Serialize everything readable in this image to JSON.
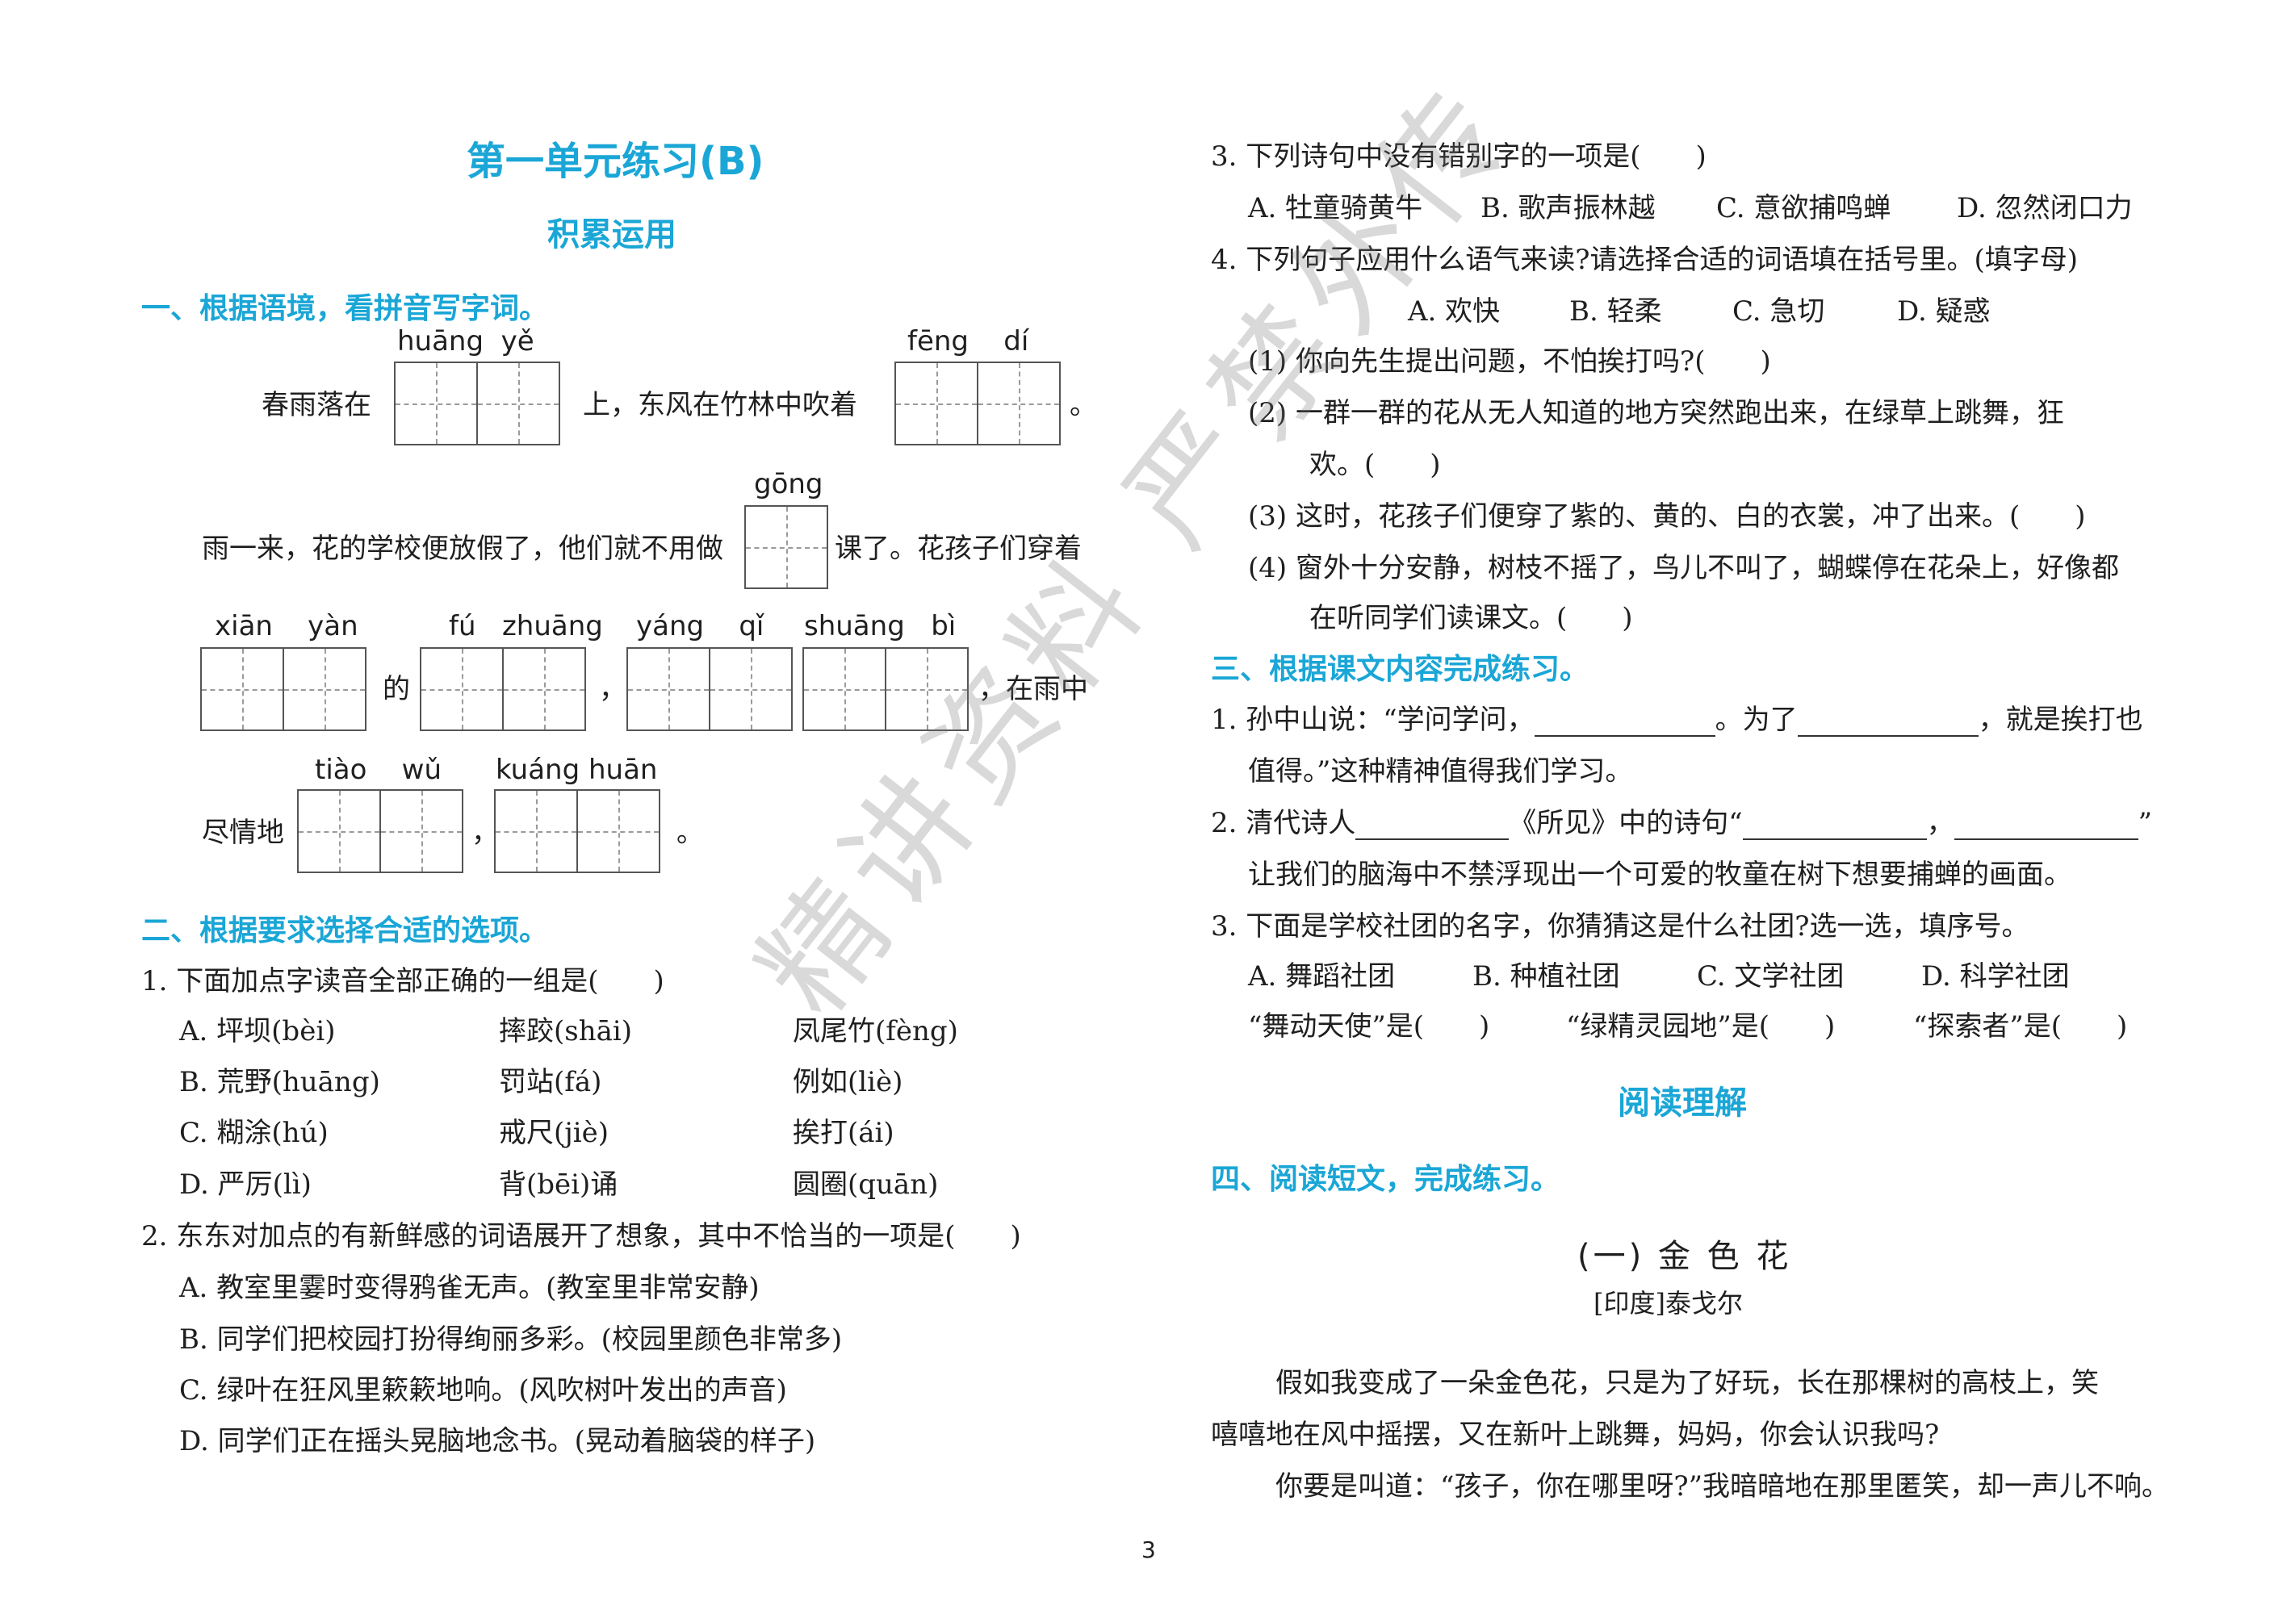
{
  "left": {
    "title": "第一单元练习(B)",
    "subtitle": "积累运用",
    "s1": {
      "heading": "一、根据语境，看拼音写字词。",
      "line1": {
        "pre": "春雨落在",
        "py1": "huāng  yě",
        "mid": "上，东风在竹林中吹着",
        "py2": "fēng    dí",
        "end": "。"
      },
      "line2": {
        "py": "gōng",
        "pre": "雨一来，花的学校便放假了，他们就不用做",
        "post": "课了。花孩子们穿着"
      },
      "line3": {
        "py1": "xiān    yàn",
        "de": "的",
        "py2": "fú   zhuāng",
        "comma1": "，",
        "py3": "yáng    qǐ",
        "py4": "shuāng   bì",
        "post": "，在雨中"
      },
      "line4": {
        "pre": "尽情地",
        "py1": "tiào    wǔ",
        "comma": "，",
        "py2": "kuáng huān",
        "end": "。"
      }
    },
    "s2": {
      "heading": "二、根据要求选择合适的选项。",
      "q1": {
        "stem": "1. 下面加点字读音全部正确的一组是(　　)",
        "rows": [
          [
            "A. 坪坝(bèi)",
            "摔跤(shāi)",
            "凤尾竹(fèng)"
          ],
          [
            "B. 荒野(huāng)",
            "罚站(fá)",
            "例如(liè)"
          ],
          [
            "C. 糊涂(hú)",
            "戒尺(jiè)",
            "挨打(ái)"
          ],
          [
            "D. 严厉(lì)",
            "背(bēi)诵",
            "圆圈(quān)"
          ]
        ]
      },
      "q2": {
        "stem": "2. 东东对加点的有新鲜感的词语展开了想象，其中不恰当的一项是(　　)",
        "options": [
          "A. 教室里霎时变得鸦雀无声。(教室里非常安静)",
          "B. 同学们把校园打扮得绚丽多彩。(校园里颜色非常多)",
          "C. 绿叶在狂风里簌簌地响。(风吹树叶发出的声音)",
          "D. 同学们正在摇头晃脑地念书。(晃动着脑袋的样子)"
        ]
      }
    }
  },
  "right": {
    "q3": {
      "stem": "3. 下列诗句中没有错别字的一项是(　　)",
      "options": [
        "A. 牡童骑黄牛",
        "B. 歌声振林越",
        "C. 意欲捕鸣蝉",
        "D. 忽然闭口力"
      ]
    },
    "q4": {
      "stem": "4. 下列句子应用什么语气来读?请选择合适的词语填在括号里。(填字母)",
      "choices": [
        "A. 欢快",
        "B. 轻柔",
        "C. 急切",
        "D. 疑惑"
      ],
      "items": [
        "(1) 你向先生提出问题，不怕挨打吗?(　　)",
        "(2) 一群一群的花从无人知道的地方突然跑出来，在绿草上跳舞，狂",
        "欢。(　　)",
        "(3) 这时，花孩子们便穿了紫的、黄的、白的衣裳，冲了出来。(　　)",
        "(4) 窗外十分安静，树枝不摇了，鸟儿不叫了，蝴蝶停在花朵上，好像都",
        "在听同学们读课文。(　　)"
      ]
    },
    "s3": {
      "heading": "三、根据课文内容完成练习。",
      "i1a": "1. 孙中山说：“学问学问，",
      "i1b": "。为了",
      "i1c": "，就是挨打也",
      "i1d": "值得。”这种精神值得我们学习。",
      "i2a": "2. 清代诗人",
      "i2b": "《所见》中的诗句“",
      "i2c": "，",
      "i2d": "”",
      "i2e": "让我们的脑海中不禁浮现出一个可爱的牧童在树下想要捕蝉的画面。",
      "i3": "3. 下面是学校社团的名字，你猜猜这是什么社团?选一选，填序号。",
      "clubs": [
        "A. 舞蹈社团",
        "B. 种植社团",
        "C. 文学社团",
        "D. 科学社团"
      ],
      "answers": [
        "“舞动天使”是(　　)",
        "“绿精灵园地”是(　　)",
        "“探索者”是(　　)"
      ]
    },
    "reading": {
      "subtitle": "阅读理解",
      "heading": "四、阅读短文，完成练习。",
      "piece_title": "(一) 金 色 花",
      "author": "[印度]泰戈尔",
      "p1a": "假如我变成了一朵金色花，只是为了好玩，长在那棵树的高枝上，笑",
      "p1b": "嘻嘻地在风中摇摆，又在新叶上跳舞，妈妈，你会认识我吗?",
      "p2": "你要是叫道：“孩子，你在哪里呀?”我暗暗地在那里匿笑，却一声儿不响。"
    }
  },
  "page_number": "3",
  "watermark": "精讲资料 严禁外传"
}
